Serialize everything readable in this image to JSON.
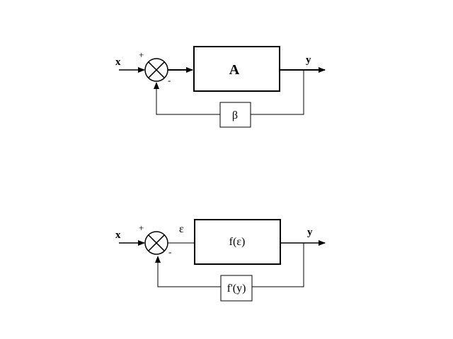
{
  "diagram_top": {
    "input_label": "x",
    "output_label": "y",
    "plus_sign": "+",
    "minus_sign": "-",
    "forward_block": "A",
    "feedback_block": "β"
  },
  "diagram_bottom": {
    "input_label": "x",
    "output_label": "y",
    "error_label": "ε",
    "plus_sign": "+",
    "minus_sign": "-",
    "forward_block": "f(ε)",
    "feedback_block": "f'(y)"
  }
}
